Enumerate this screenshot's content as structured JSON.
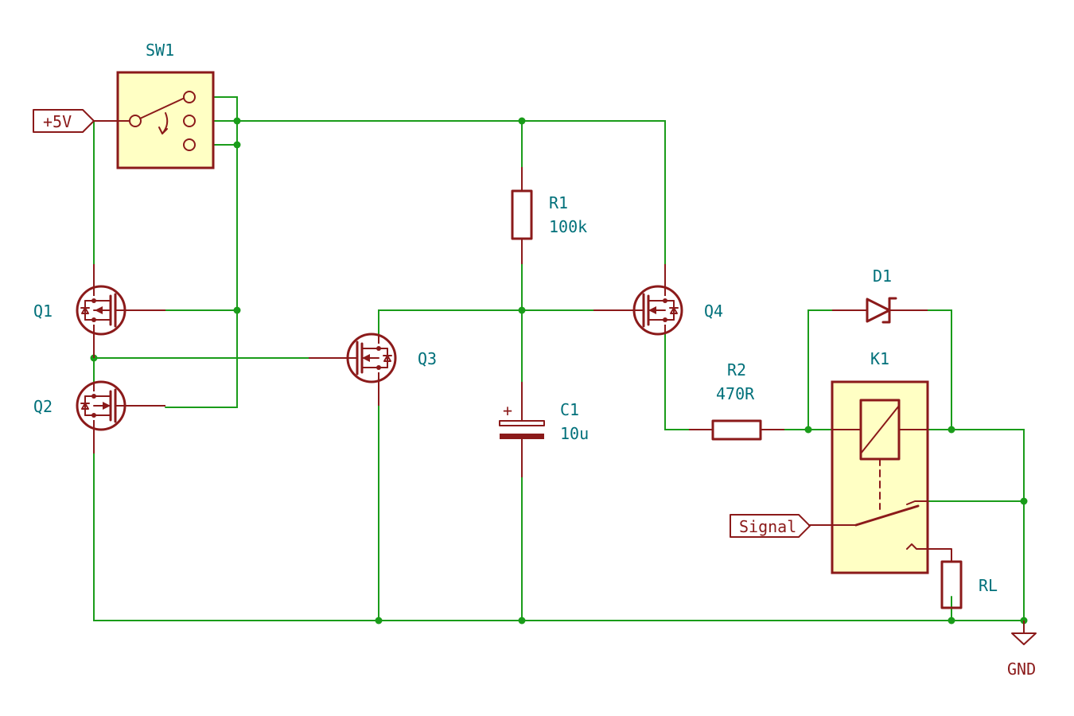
{
  "components": {
    "sw1": {
      "ref": "SW1"
    },
    "q1": {
      "ref": "Q1"
    },
    "q2": {
      "ref": "Q2"
    },
    "q3": {
      "ref": "Q3"
    },
    "q4": {
      "ref": "Q4"
    },
    "r1": {
      "ref": "R1",
      "value": "100k"
    },
    "r2": {
      "ref": "R2",
      "value": "470R"
    },
    "c1": {
      "ref": "C1",
      "value": "10u",
      "polarity": "+"
    },
    "d1": {
      "ref": "D1"
    },
    "k1": {
      "ref": "K1"
    },
    "rl": {
      "ref": "RL"
    }
  },
  "labels": {
    "vcc": "+5V",
    "signal": "Signal",
    "gnd": "GND"
  },
  "colors": {
    "wire": "#1a9c1a",
    "symbol": "#8b1a1a",
    "text": "#00707a",
    "body_fill": "#ffffc4"
  }
}
